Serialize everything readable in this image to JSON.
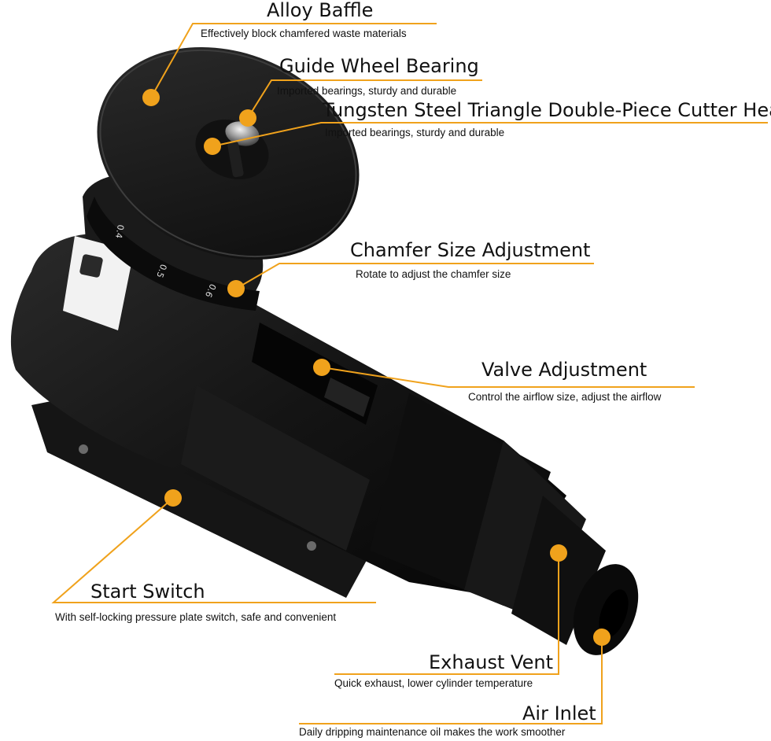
{
  "accent_color": "#f0a21c",
  "dial_marks": [
    "0.4",
    "0.5",
    "0.6"
  ],
  "callouts": [
    {
      "id": "alloy-baffle",
      "title": "Alloy Baffle",
      "desc": "Effectively block chamfered waste materials"
    },
    {
      "id": "guide-wheel-bearing",
      "title": "Guide Wheel Bearing",
      "desc": "Imported bearings, sturdy and durable"
    },
    {
      "id": "cutter-head",
      "title": "Tungsten Steel Triangle Double-Piece Cutter Head",
      "desc": "Imported bearings, sturdy and durable"
    },
    {
      "id": "chamfer-size-adjustment",
      "title": "Chamfer Size Adjustment",
      "desc": "Rotate to adjust the chamfer size"
    },
    {
      "id": "valve-adjustment",
      "title": "Valve Adjustment",
      "desc": "Control the airflow size, adjust the airflow"
    },
    {
      "id": "start-switch",
      "title": "Start Switch",
      "desc": "With self-locking pressure plate switch, safe and convenient"
    },
    {
      "id": "exhaust-vent",
      "title": "Exhaust Vent",
      "desc": "Quick exhaust, lower cylinder temperature"
    },
    {
      "id": "air-inlet",
      "title": "Air Inlet",
      "desc": "Daily dripping maintenance oil makes the work smoother"
    }
  ]
}
